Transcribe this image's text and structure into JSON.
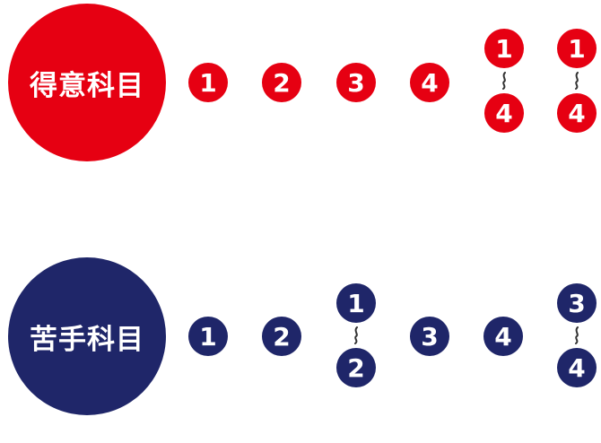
{
  "colors": {
    "good": "#E60012",
    "weak": "#1F2669",
    "connector": "#333333"
  },
  "good_subjects": {
    "label": "得意科目",
    "items": [
      {
        "type": "single",
        "value": "1"
      },
      {
        "type": "single",
        "value": "2"
      },
      {
        "type": "single",
        "value": "3"
      },
      {
        "type": "single",
        "value": "4"
      },
      {
        "type": "range",
        "from": "1",
        "to": "4",
        "connector": "〜"
      },
      {
        "type": "range",
        "from": "1",
        "to": "4",
        "connector": "〜"
      }
    ]
  },
  "weak_subjects": {
    "label": "苦手科目",
    "items": [
      {
        "type": "single",
        "value": "1"
      },
      {
        "type": "single",
        "value": "2"
      },
      {
        "type": "range",
        "from": "1",
        "to": "2",
        "connector": "〜"
      },
      {
        "type": "single",
        "value": "3"
      },
      {
        "type": "single",
        "value": "4"
      },
      {
        "type": "range",
        "from": "3",
        "to": "4",
        "connector": "〜"
      }
    ]
  }
}
